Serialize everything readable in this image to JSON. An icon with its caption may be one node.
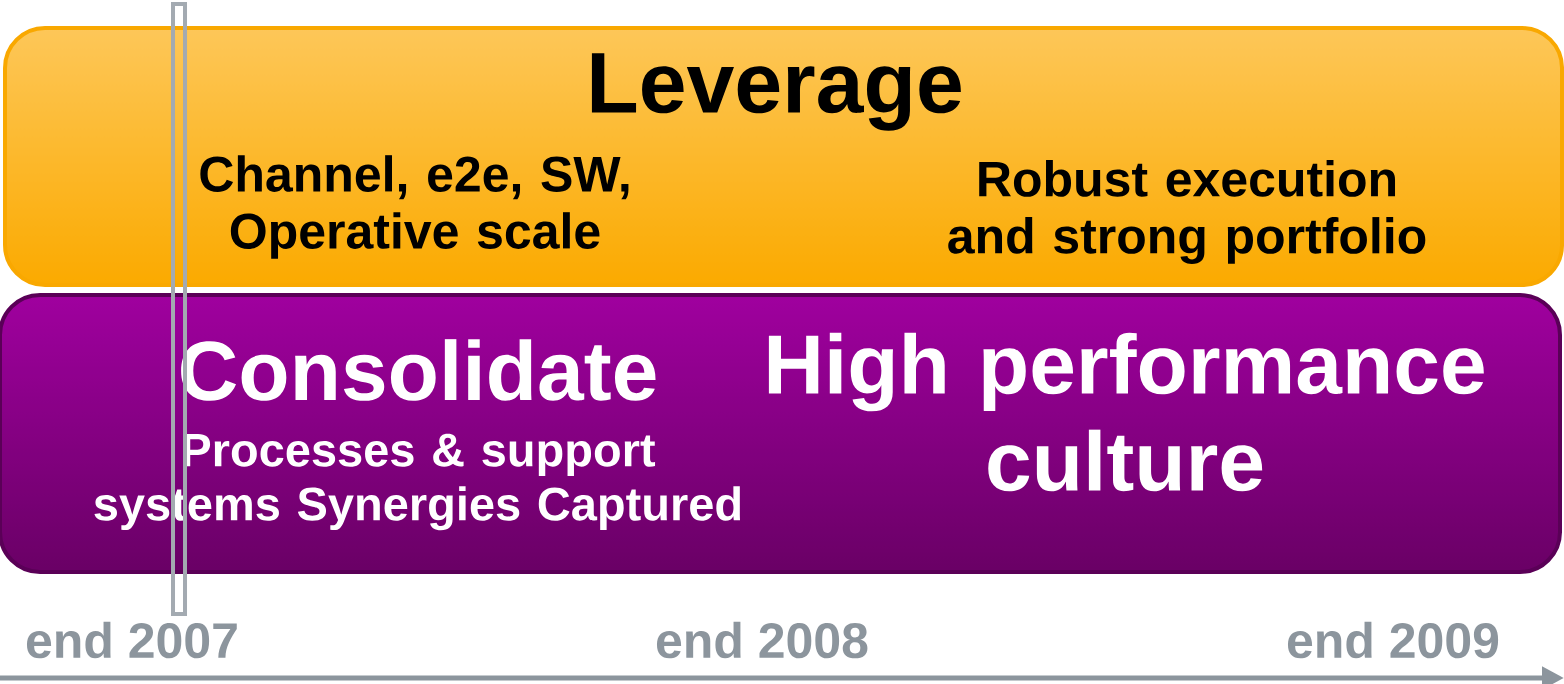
{
  "diagram": {
    "nodes": [
      {
        "text": [
          "Leverage",
          "Channel, e2e, SW, Operative scale",
          "Robust execution and strong portfolio"
        ]
      },
      {
        "text": [
          "Consolidate",
          "Processes & support systems Synergies Captured",
          "High performance culture"
        ]
      },
      {
        "text": [],
        "shape": "bar"
      }
    ],
    "labels": [
      "end 2007",
      "end 2008",
      "end 2009"
    ]
  }
}
